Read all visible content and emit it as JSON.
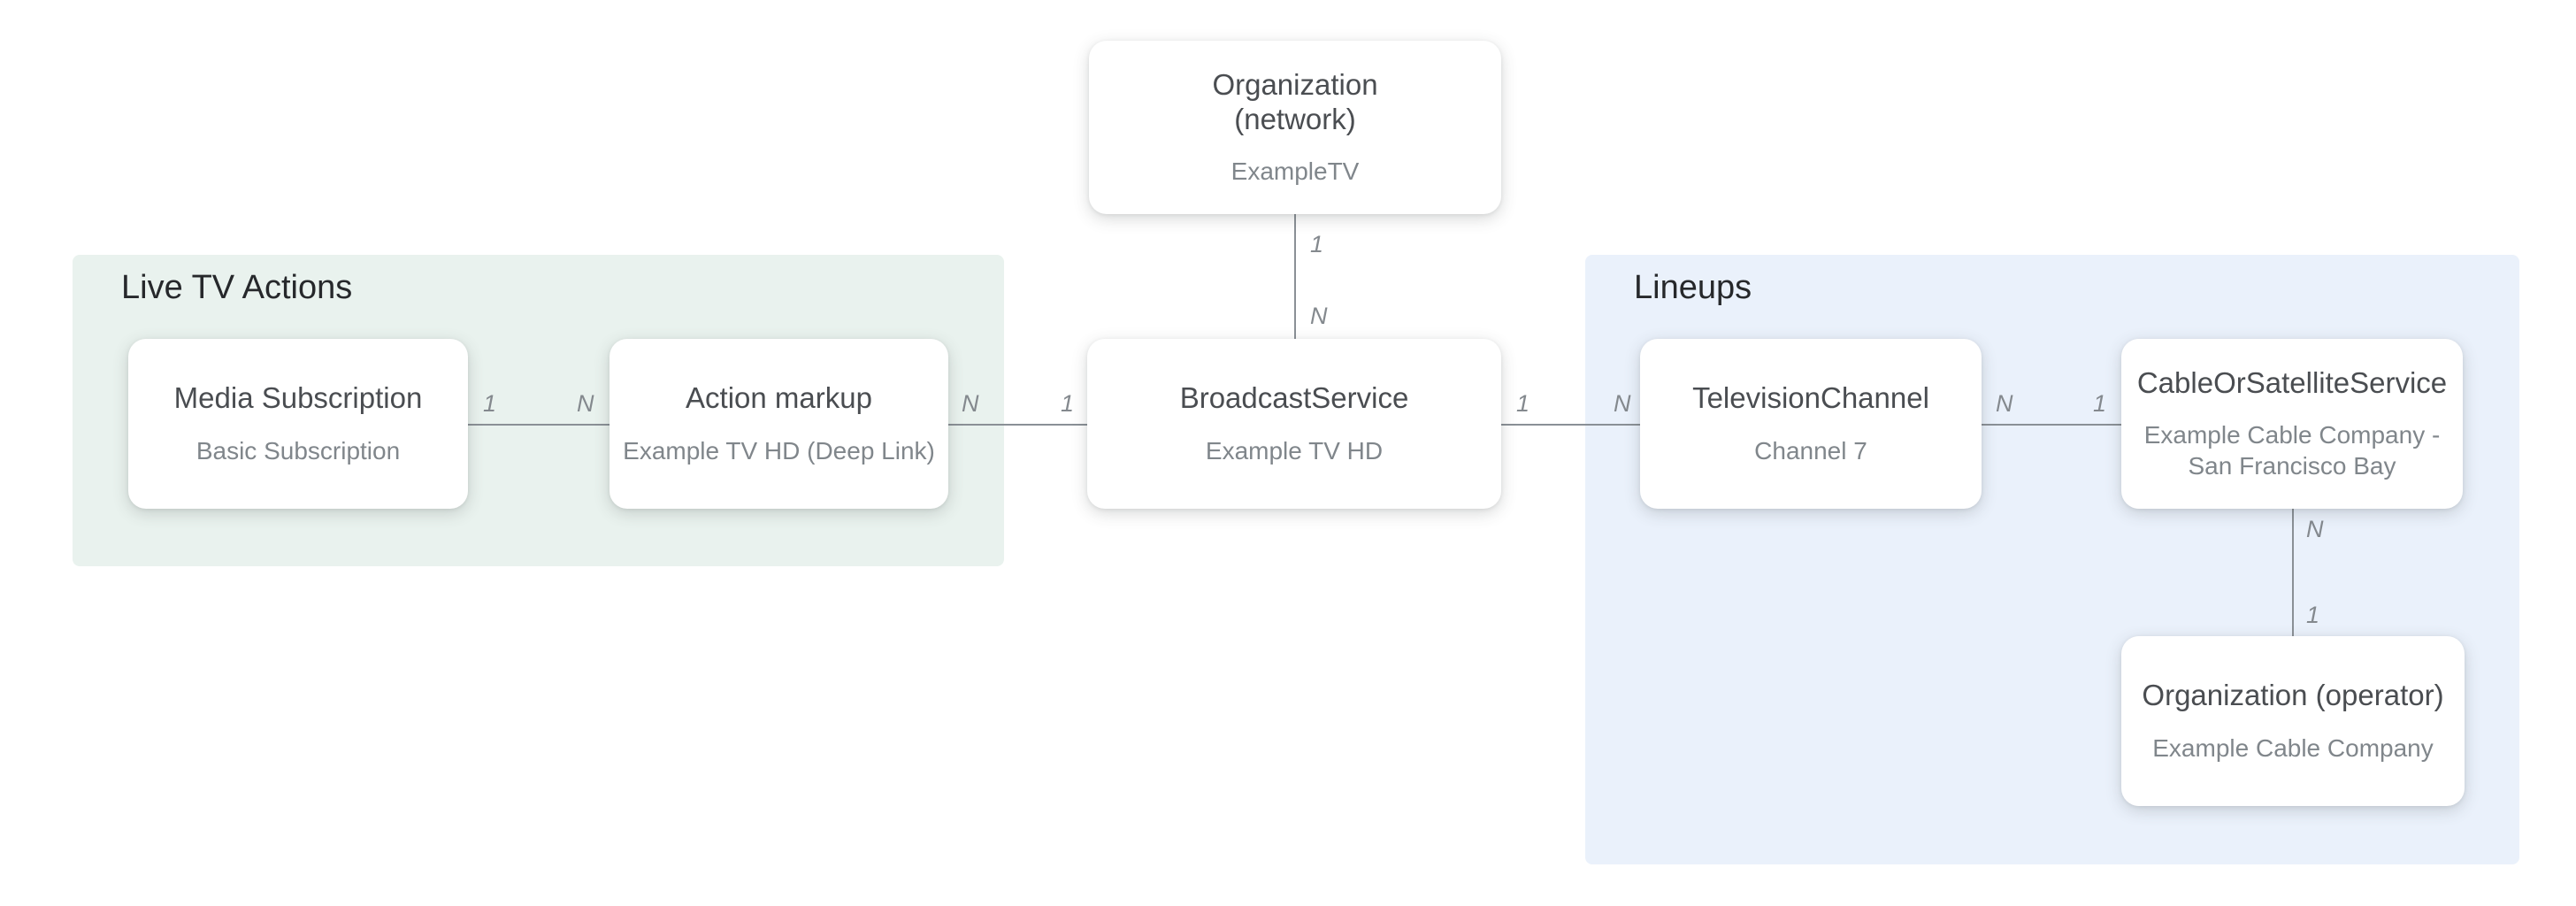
{
  "diagram": {
    "background": "#ffffff",
    "regions": [
      {
        "id": "live-tv-actions",
        "label": "Live TV Actions",
        "tint": "#e9f2ee"
      },
      {
        "id": "lineups",
        "label": "Lineups",
        "tint": "#eaf1fb"
      }
    ],
    "nodes": [
      {
        "id": "organization-network",
        "title": "Organization (network)",
        "subtitle": "ExampleTV"
      },
      {
        "id": "media-subscription",
        "title": "Media Subscription",
        "subtitle": "Basic Subscription"
      },
      {
        "id": "action-markup",
        "title": "Action markup",
        "subtitle": "Example TV HD (Deep Link)"
      },
      {
        "id": "broadcast-service",
        "title": "BroadcastService",
        "subtitle": "Example TV HD"
      },
      {
        "id": "television-channel",
        "title": "TelevisionChannel",
        "subtitle": "Channel 7"
      },
      {
        "id": "cable-or-satellite-service",
        "title": "CableOrSatelliteService",
        "subtitle": "Example Cable Company - San Francisco Bay"
      },
      {
        "id": "organization-operator",
        "title": "Organization (operator)",
        "subtitle": "Example Cable Company"
      }
    ],
    "edges": [
      {
        "from": "organization-network",
        "to": "broadcast-service",
        "orientation": "vertical",
        "labels": [
          "1",
          "N"
        ]
      },
      {
        "from": "media-subscription",
        "to": "action-markup",
        "orientation": "horizontal",
        "labels": [
          "1",
          "N"
        ]
      },
      {
        "from": "action-markup",
        "to": "broadcast-service",
        "orientation": "horizontal",
        "labels": [
          "N",
          "1"
        ]
      },
      {
        "from": "broadcast-service",
        "to": "television-channel",
        "orientation": "horizontal",
        "labels": [
          "1",
          "N"
        ]
      },
      {
        "from": "television-channel",
        "to": "cable-or-satellite-service",
        "orientation": "horizontal",
        "labels": [
          "N",
          "1"
        ]
      },
      {
        "from": "cable-or-satellite-service",
        "to": "organization-operator",
        "orientation": "vertical",
        "labels": [
          "N",
          "1"
        ]
      }
    ],
    "colors": {
      "node_title": "#4a4d51",
      "node_subtitle": "#80868b",
      "edge_line": "#8a9096",
      "edge_label": "#84898e",
      "region_header": "#26282b"
    }
  }
}
